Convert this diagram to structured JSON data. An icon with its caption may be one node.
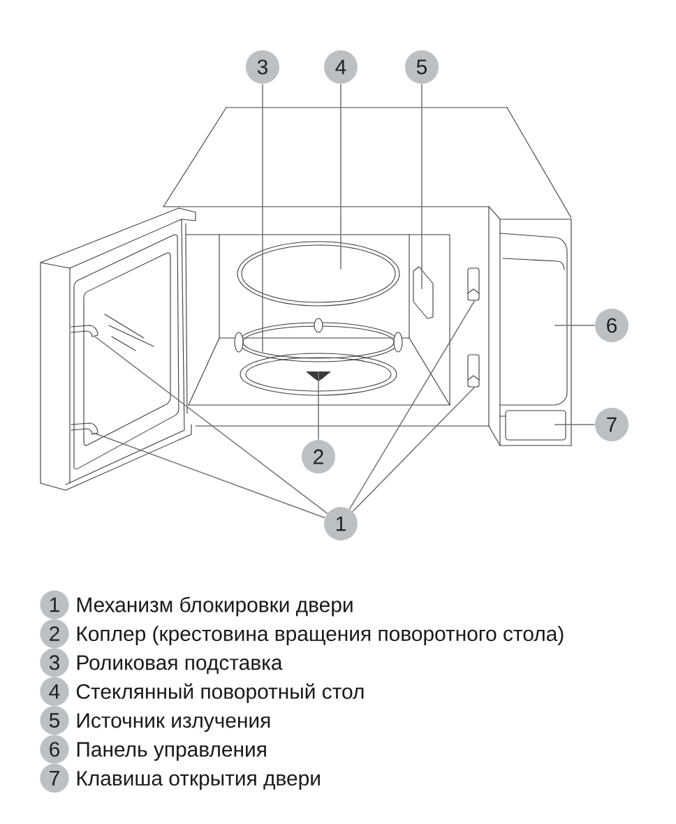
{
  "diagram": {
    "nodes": [
      {
        "text": [
          "3"
        ]
      },
      {
        "text": [
          "4"
        ]
      },
      {
        "text": [
          "5"
        ]
      },
      {
        "text": [
          "6"
        ]
      },
      {
        "text": [
          "7"
        ]
      },
      {
        "text": [
          "2"
        ]
      },
      {
        "text": [
          "1"
        ]
      },
      {
        "text": [
          "1"
        ],
        "beside": [
          "Механизм блокировки двери"
        ]
      },
      {
        "text": [
          "2"
        ],
        "beside": [
          "Коплер (крестовина вращения поворотного стола)"
        ]
      },
      {
        "text": [
          "3"
        ],
        "beside": [
          "Роликовая подставка"
        ]
      },
      {
        "text": [
          "4"
        ],
        "beside": [
          "Стеклянный поворотный стол"
        ]
      },
      {
        "text": [
          "5"
        ],
        "beside": [
          "Источник излучения"
        ]
      },
      {
        "text": [
          "6"
        ],
        "beside": [
          "Панель управления"
        ]
      },
      {
        "text": [
          "7"
        ],
        "beside": [
          "Клавиша открытия двери"
        ]
      }
    ],
    "edges": [
      {
        "from": 0,
        "to": null,
        "arrow": "none"
      },
      {
        "from": 1,
        "to": null,
        "arrow": "none"
      },
      {
        "from": 2,
        "to": null,
        "arrow": "none"
      },
      {
        "from": 3,
        "to": null,
        "arrow": "none"
      },
      {
        "from": 4,
        "to": null,
        "arrow": "none"
      },
      {
        "from": 5,
        "to": null,
        "arrow": "none"
      },
      {
        "from": 6,
        "to": null,
        "arrow": "none"
      },
      {
        "from": 6,
        "to": null,
        "arrow": "none"
      },
      {
        "from": 6,
        "to": null,
        "arrow": "none"
      },
      {
        "from": 6,
        "to": null,
        "arrow": "none"
      }
    ]
  }
}
